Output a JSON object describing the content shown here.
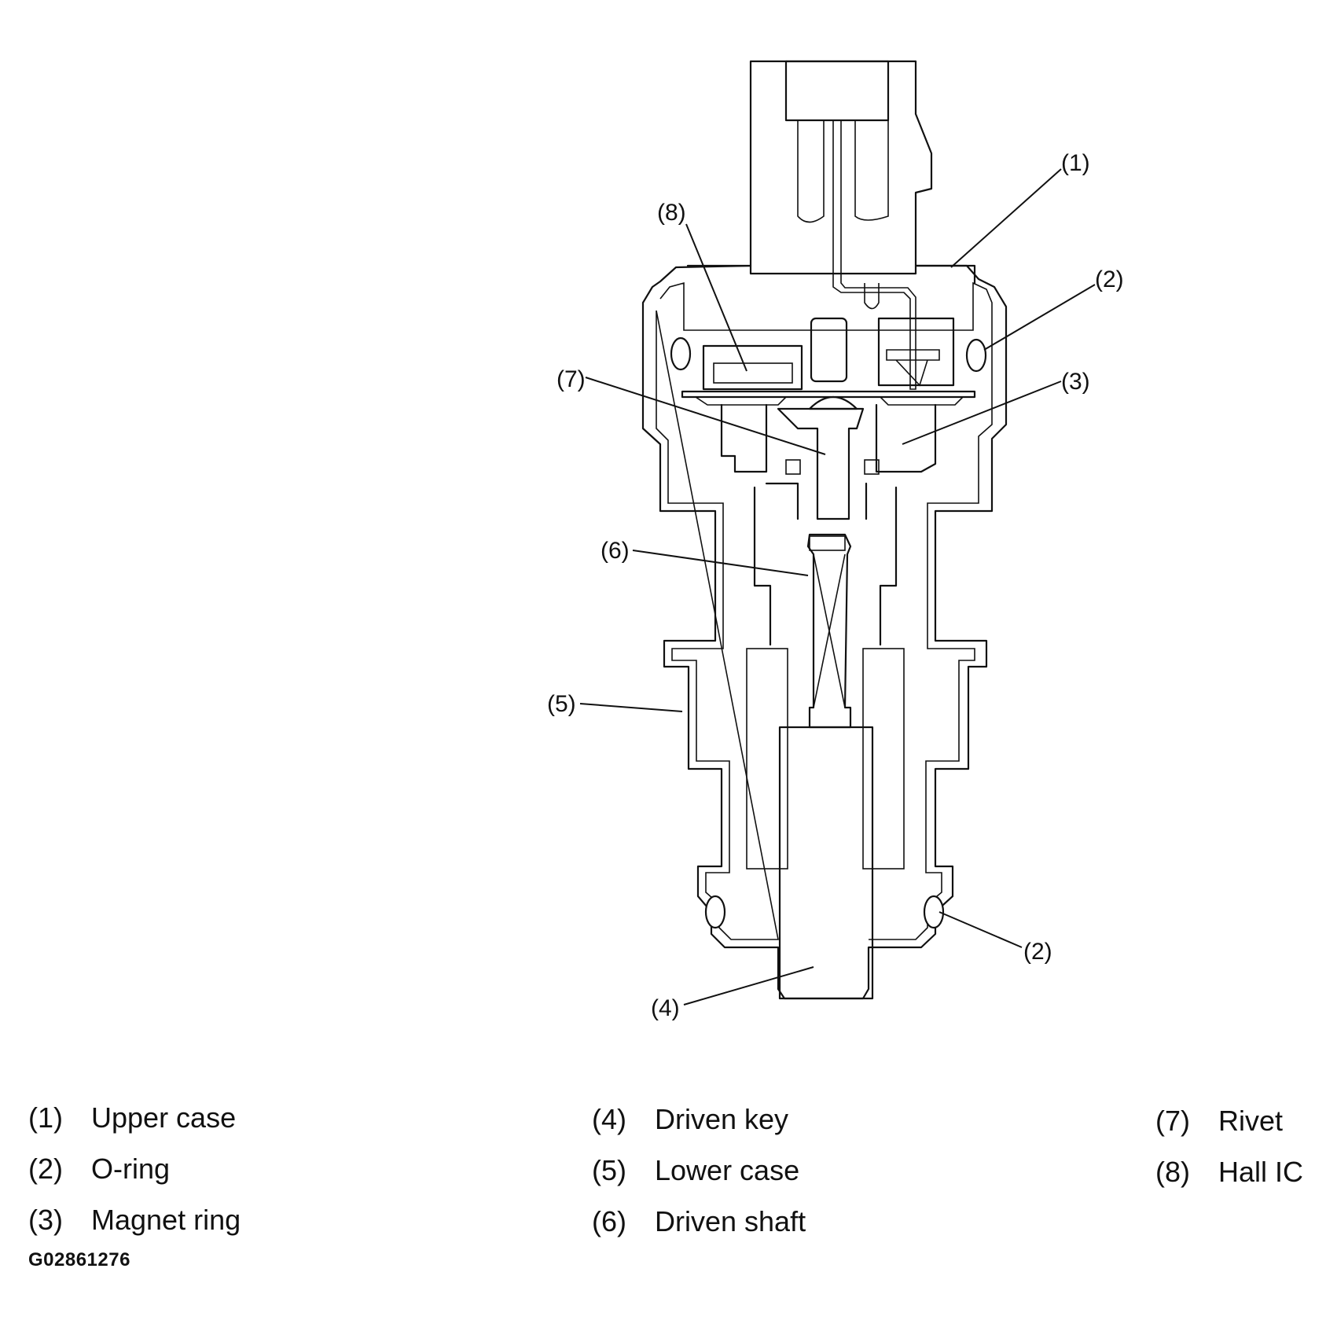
{
  "callouts": {
    "c1": "(1)",
    "c2a": "(2)",
    "c2b": "(2)",
    "c3": "(3)",
    "c4": "(4)",
    "c5": "(5)",
    "c6": "(6)",
    "c7": "(7)",
    "c8": "(8)"
  },
  "legend": [
    {
      "num": "(1)",
      "label": "Upper case"
    },
    {
      "num": "(2)",
      "label": "O-ring"
    },
    {
      "num": "(3)",
      "label": "Magnet ring"
    },
    {
      "num": "(4)",
      "label": "Driven key"
    },
    {
      "num": "(5)",
      "label": "Lower case"
    },
    {
      "num": "(6)",
      "label": "Driven shaft"
    },
    {
      "num": "(7)",
      "label": "Rivet"
    },
    {
      "num": "(8)",
      "label": "Hall IC"
    }
  ],
  "figure_id": "G02861276"
}
